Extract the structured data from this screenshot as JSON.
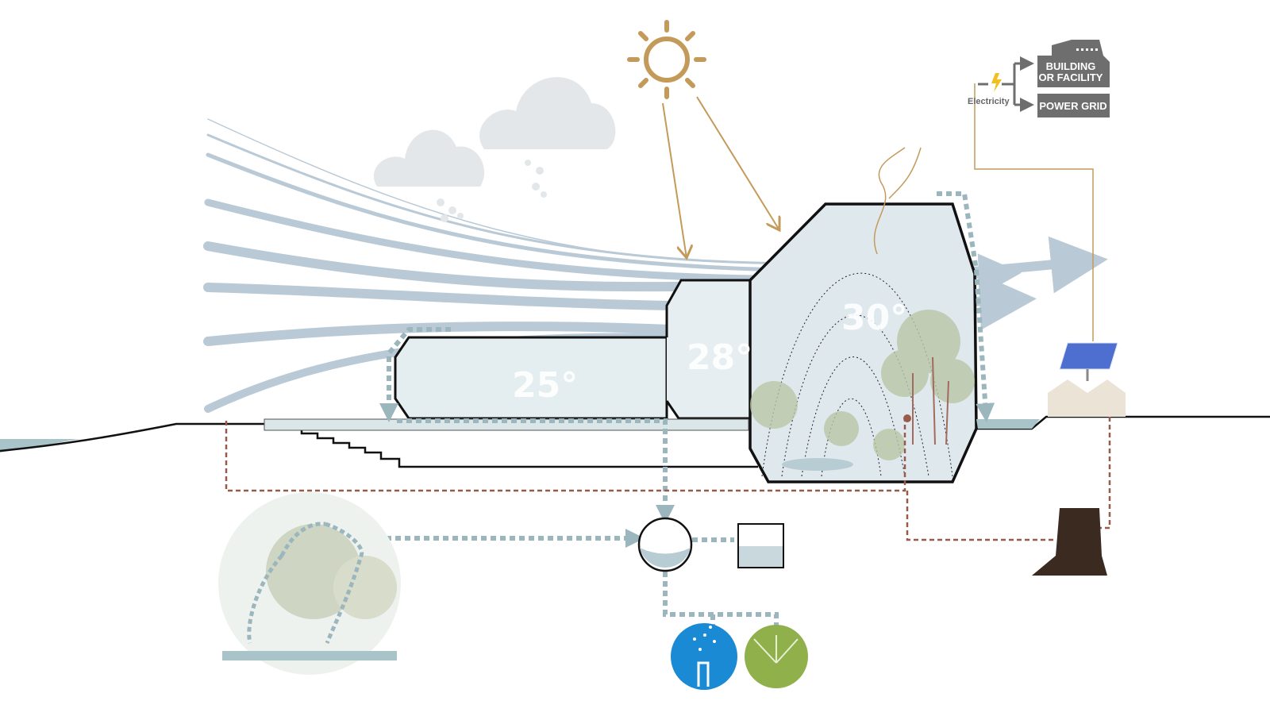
{
  "labels": {
    "temp_left": "25°",
    "temp_mid": "28°",
    "temp_right": "30°",
    "electricity": "Electricity",
    "building_line1": "BUILDING",
    "building_line2": "OR FACILITY",
    "power_grid": "POWER GRID"
  },
  "colors": {
    "sun": "#c49a5a",
    "wind": "#b9cad6",
    "water_dotted": "#9bb6bd",
    "soil_dotted": "#9a5a4a",
    "outline": "#111111",
    "box_gray": "#6e6e6e",
    "building_fill": "#e4edf0"
  }
}
